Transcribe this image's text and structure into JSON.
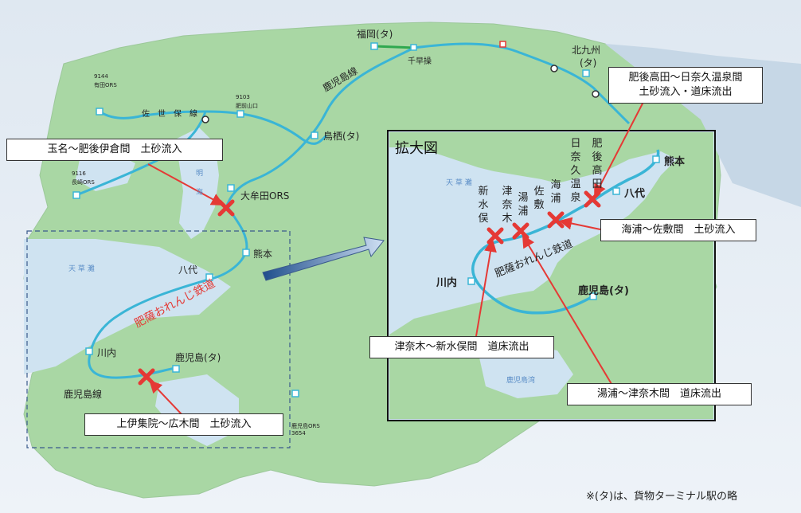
{
  "title": "",
  "stations": {
    "fukuoka": "福岡(タ)",
    "chihaya": "千早操",
    "kitakyushu": "北九州",
    "kitakyushu_sub": "(タ)",
    "tosu": "鳥栖(タ)",
    "omuta": "大牟田ORS",
    "kumamoto": "熊本",
    "yatsushiro": "八代",
    "sendai": "川内",
    "kagoshima": "鹿児島(タ)"
  },
  "lines": {
    "kagoshima_line_north": "鹿児島線",
    "kagoshima_line_south": "鹿児島線",
    "hisatsu_orange": "肥薩おれんじ鉄道",
    "sasebo_line": "佐　世　保　線"
  },
  "seas": {
    "ariake": "明海",
    "amakusa": "天 草 灘",
    "kagoshima_bay": "鹿児島湾"
  },
  "incidents": [
    {
      "id": "tamana",
      "label": "玉名～肥後伊倉間　土砂流入"
    },
    {
      "id": "kamiijuin",
      "label": "上伊集院～広木間　土砂流入"
    },
    {
      "id": "higotakata_line1",
      "label": "肥後高田～日奈久温泉間"
    },
    {
      "id": "higotakata_line2",
      "label": "土砂流入・道床流出"
    },
    {
      "id": "umiura",
      "label": "海浦～佐敷間　土砂流入"
    },
    {
      "id": "tsunagi",
      "label": "津奈木～新水俣間　道床流出"
    },
    {
      "id": "yunoura",
      "label": "湯浦～津奈木間　道床流出"
    }
  ],
  "inset": {
    "title": "拡大図",
    "kumamoto": "熊本",
    "yatsushiro": "八代",
    "sendai": "川内",
    "kagoshima": "鹿児島(タ)",
    "railway": "肥薩おれんじ鉄道",
    "sea": "天 草 灘",
    "bay": "鹿児島湾",
    "vertical_stations": {
      "shinminamata": "新水俣",
      "tsunagi": "津奈木",
      "yunoura": "湯浦",
      "sashiki": "佐敷",
      "umiura": "海浦",
      "hinagu": "日奈久温泉",
      "higotakata": "肥後高田"
    }
  },
  "small_codes": {
    "c9144": "9144",
    "c9144_name": "有田ORS",
    "c9103": "9103",
    "c9103_name": "肥前山口",
    "c9116": "9116",
    "c9116_name": "長崎ORS",
    "c3654": "3654",
    "c3654_name": "鹿児島ORS"
  },
  "footnote": "※(タ)は、貨物ターミナル駅の略",
  "colors": {
    "land": "#a9d7a4",
    "sea": "#cfe3f1",
    "rail": "#3ab5d6",
    "cross": "#e53935",
    "arrow": "#e53935",
    "inset_border": "#111111",
    "dashed": "#3a5a8c"
  }
}
